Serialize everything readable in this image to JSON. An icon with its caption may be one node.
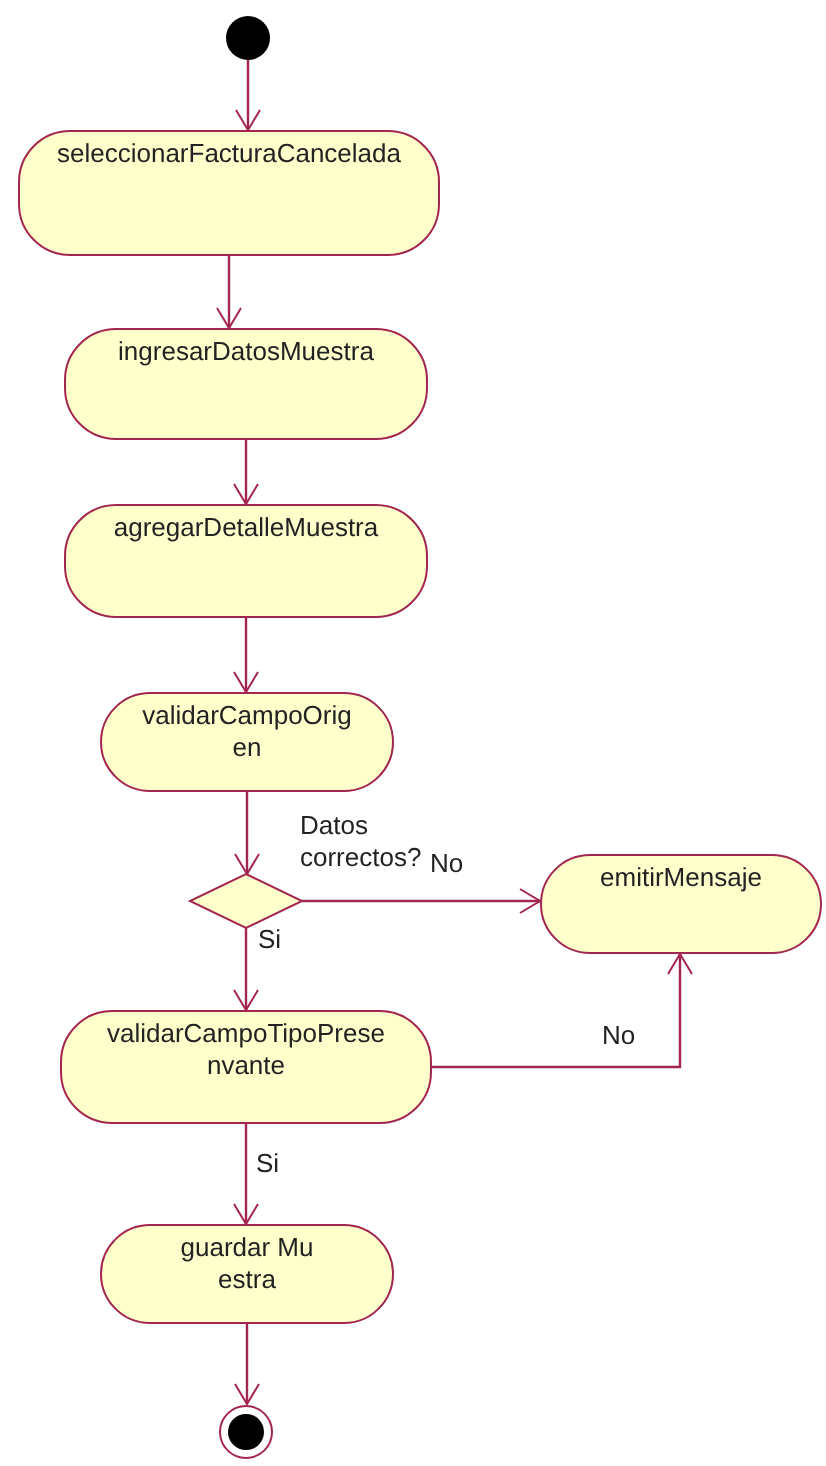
{
  "diagram": {
    "nodes": [
      {
        "text": [],
        "shape": "circle"
      },
      {
        "text": [
          "seleccionarFacturaCancelada"
        ]
      },
      {
        "text": [
          "ingresarDatosMuestra"
        ]
      },
      {
        "text": [
          "agregarDetalleMuestra"
        ]
      },
      {
        "text": [
          "validarCampoOrigen"
        ]
      },
      {
        "text": [],
        "shape": "diamond",
        "beside": [
          "Datos correctos?"
        ]
      },
      {
        "text": [
          "emitirMensaje"
        ]
      },
      {
        "text": [
          "validarCampoTipoPresenvante"
        ]
      },
      {
        "text": [
          "guardar Muestra"
        ]
      },
      {
        "text": [],
        "shape": "circle"
      }
    ],
    "edges": [
      {
        "from": 0,
        "to": 1,
        "arrow": "to"
      },
      {
        "from": 1,
        "to": 2,
        "arrow": "to"
      },
      {
        "from": 2,
        "to": 3,
        "arrow": "to"
      },
      {
        "from": 3,
        "to": 4,
        "arrow": "to"
      },
      {
        "from": 4,
        "to": 5,
        "arrow": "to"
      },
      {
        "from": 5,
        "to": 6,
        "arrow": "to",
        "label": "No"
      },
      {
        "from": 5,
        "to": 7,
        "arrow": "to",
        "label": "Si"
      },
      {
        "from": 7,
        "to": 6,
        "arrow": "to",
        "label": "No"
      },
      {
        "from": 7,
        "to": 8,
        "arrow": "to",
        "label": "Si"
      },
      {
        "from": 8,
        "to": 9,
        "arrow": "to"
      }
    ]
  }
}
